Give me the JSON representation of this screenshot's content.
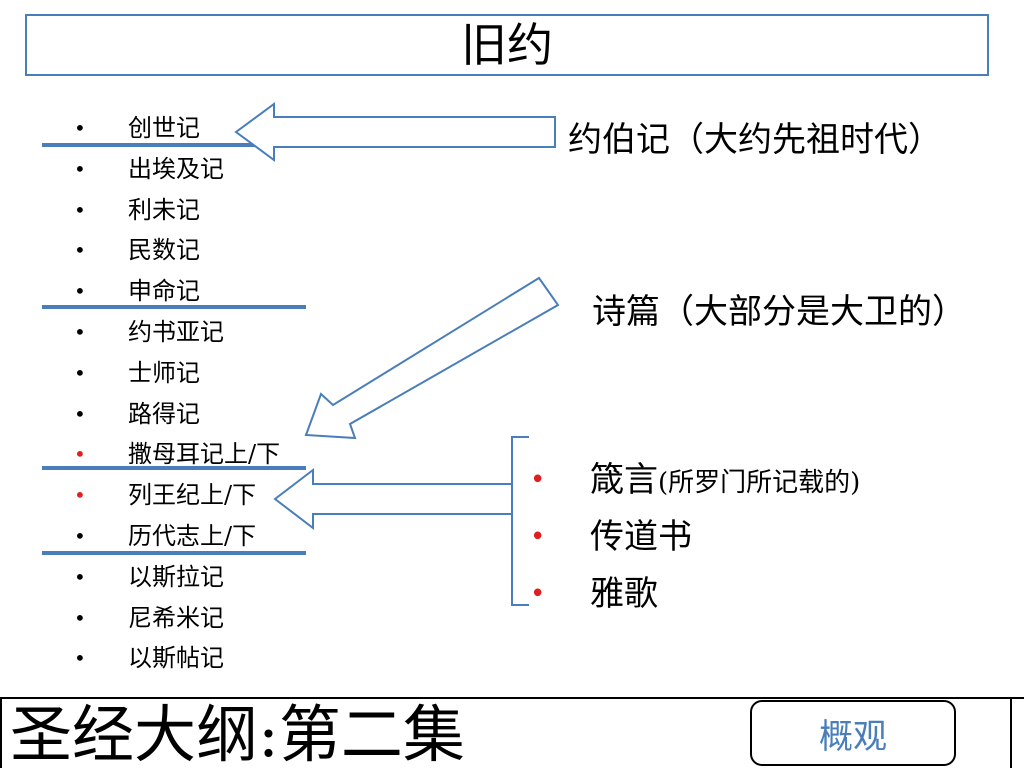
{
  "title": "旧约",
  "books": [
    {
      "name": "创世记",
      "bullet_color": "#000000"
    },
    {
      "name": "出埃及记",
      "bullet_color": "#000000"
    },
    {
      "name": "利未记",
      "bullet_color": "#000000"
    },
    {
      "name": "民数记",
      "bullet_color": "#000000"
    },
    {
      "name": "申命记",
      "bullet_color": "#000000"
    },
    {
      "name": "约书亚记",
      "bullet_color": "#000000"
    },
    {
      "name": "士师记",
      "bullet_color": "#000000"
    },
    {
      "name": "路得记",
      "bullet_color": "#000000"
    },
    {
      "name": "撒母耳记上/下",
      "bullet_color": "#e02020"
    },
    {
      "name": "列王纪上/下",
      "bullet_color": "#e02020"
    },
    {
      "name": "历代志上/下",
      "bullet_color": "#000000"
    },
    {
      "name": "以斯拉记",
      "bullet_color": "#000000"
    },
    {
      "name": "尼希米记",
      "bullet_color": "#000000"
    },
    {
      "name": "以斯帖记",
      "bullet_color": "#000000"
    }
  ],
  "bullet_char": "•",
  "labels": {
    "job": "约伯记（大约先祖时代）",
    "psalms": "诗篇（大部分是大卫的）"
  },
  "wisdom_books": [
    {
      "name": "箴言",
      "note": "(所罗门所记载的)"
    },
    {
      "name": "传道书",
      "note": ""
    },
    {
      "name": "雅歌",
      "note": ""
    }
  ],
  "footer": {
    "title": "圣经大纲:第二集",
    "overview_button": "概观"
  },
  "colors": {
    "accent": "#4a7ebb",
    "red_bullet": "#e02020"
  }
}
